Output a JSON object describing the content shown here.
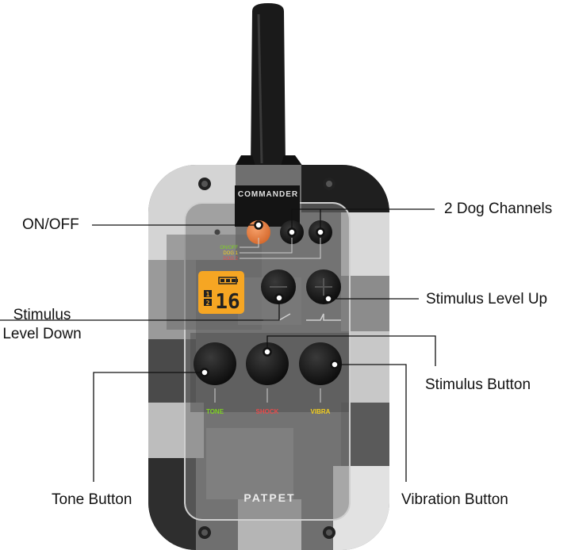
{
  "device": {
    "brand_top": "COMMANDER",
    "brand_bottom": "PATPET",
    "panel_legend": {
      "on_off": "ON/OFF",
      "dog1": "DOG 1",
      "dog2": "DOG 2"
    },
    "display": {
      "channel_1": "1",
      "channel_2": "2",
      "level": "16"
    },
    "button_labels": {
      "tone": "TONE",
      "shock": "SHOCK",
      "vibra": "VIBRA"
    },
    "colors": {
      "power_button": "#e98a4c",
      "display": "#f6a623",
      "tone": "#7ed321",
      "shock": "#e84a4a",
      "vibra": "#f5d020"
    }
  },
  "callouts": {
    "on_off": "ON/OFF",
    "dog_channels": "2 Dog Channels",
    "stimulus_level_down": [
      "Stimulus",
      "Level Down"
    ],
    "stimulus_level_up": "Stimulus Level Up",
    "stimulus_button": "Stimulus Button",
    "tone_button": "Tone Button",
    "vibration_button": "Vibration Button"
  },
  "icons": [
    "antenna-icon",
    "battery-icon",
    "minus-icon",
    "plus-icon",
    "screw-icon",
    "led-indicator-icon"
  ]
}
